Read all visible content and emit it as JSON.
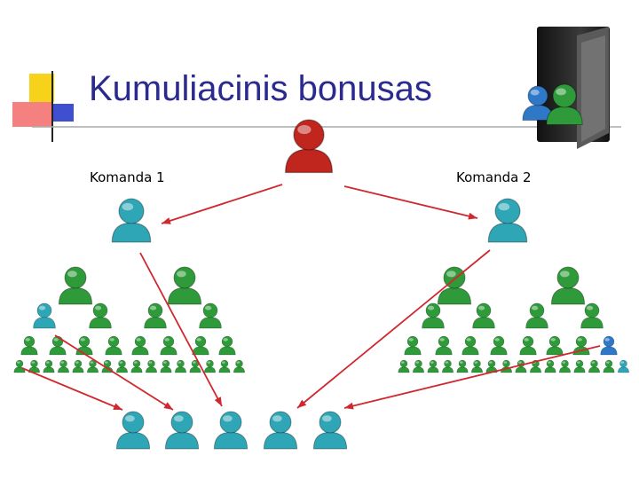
{
  "slide": {
    "title": "Kumuliacinis bonusas",
    "team_labels": [
      "Komanda 1",
      "Komanda 2"
    ]
  },
  "icons": {
    "person": "person-icon",
    "folder": "folder-icon"
  },
  "colors": {
    "title": "#2b2a8f",
    "arrow": "#d0282e",
    "sponsor": "#c0261e",
    "direct": "#2fa6b6",
    "downline": "#2f9a3a",
    "deco_yellow": "#f6d21a",
    "deco_red": "#f05050",
    "deco_blue": "#3f4fcf",
    "rule": "#a9a9a9"
  }
}
